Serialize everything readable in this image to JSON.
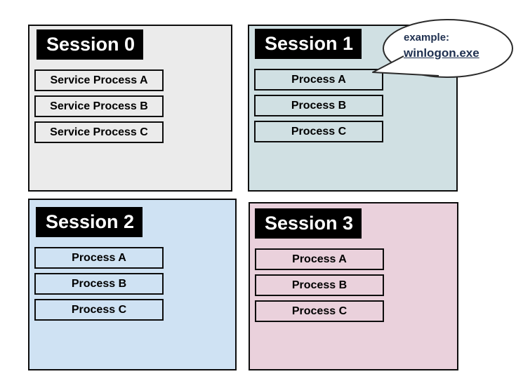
{
  "canvas": {
    "background": "#ffffff"
  },
  "colors": {
    "panel_border": "#0d0d0d",
    "header_bg": "#000000",
    "header_text": "#ffffff",
    "process_text": "#000000",
    "bubble_fill": "#ffffff",
    "bubble_stroke": "#2b2b2b",
    "callout_text": "#1f3050"
  },
  "sessions": [
    {
      "title": "Session 0",
      "bg": "#ebebeb",
      "processes": [
        "Service Process A",
        "Service Process B",
        "Service Process C"
      ]
    },
    {
      "title": "Session 1",
      "bg": "#d0e0e3",
      "processes": [
        "Process A",
        "Process B",
        "Process C"
      ]
    },
    {
      "title": "Session 2",
      "bg": "#cfe2f3",
      "processes": [
        "Process A",
        "Process B",
        "Process C"
      ]
    },
    {
      "title": "Session 3",
      "bg": "#ead1dc",
      "processes": [
        "Process A",
        "Process B",
        "Process C"
      ]
    }
  ],
  "callout": {
    "line1": "example:",
    "line2": "winlogon.exe"
  }
}
